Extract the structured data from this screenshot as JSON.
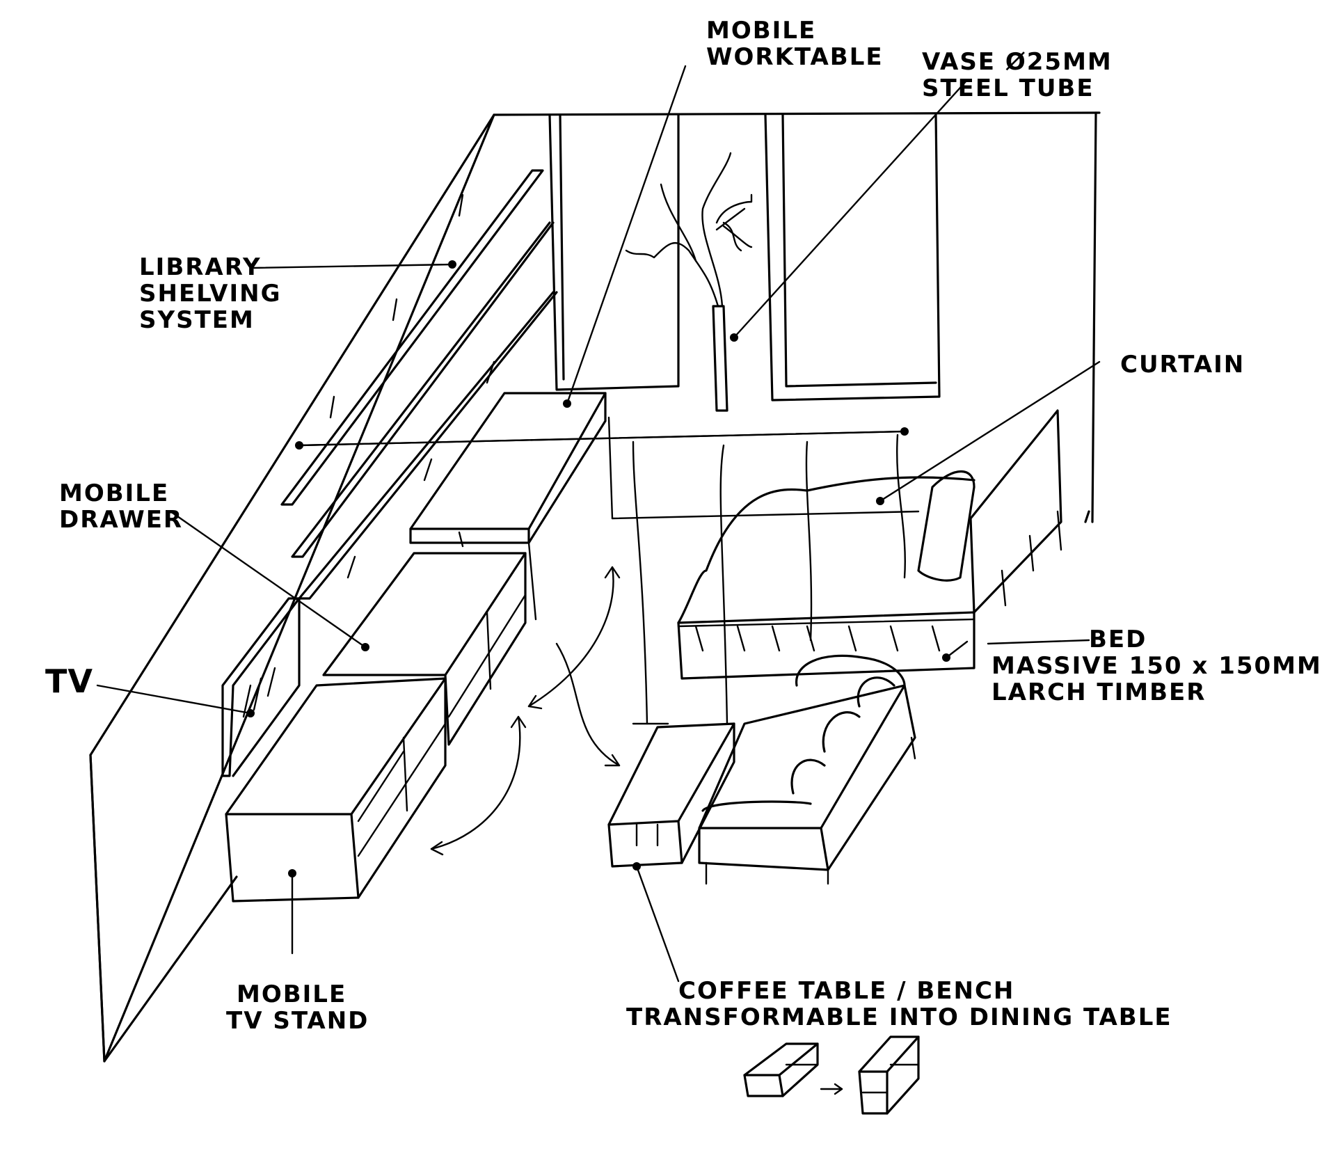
{
  "labels": {
    "mobile_worktable": [
      "MOBILE",
      "WORKTABLE"
    ],
    "vase": [
      "VASE Ø25MM",
      "STEEL TUBE"
    ],
    "library": [
      "LIBRARY",
      "SHELVING",
      "SYSTEM"
    ],
    "curtain": [
      "CURTAIN"
    ],
    "mobile_drawer": [
      "MOBILE",
      "DRAWER"
    ],
    "tv": [
      "TV"
    ],
    "bed": [
      "BED",
      "MASSIVE 150 x 150MM",
      "LARCH TIMBER"
    ],
    "mobile_tv_stand": [
      "MOBILE",
      "TV STAND"
    ],
    "coffee_table": [
      "COFFEE TABLE / BENCH",
      "TRANSFORMABLE INTO DINING TABLE"
    ]
  }
}
